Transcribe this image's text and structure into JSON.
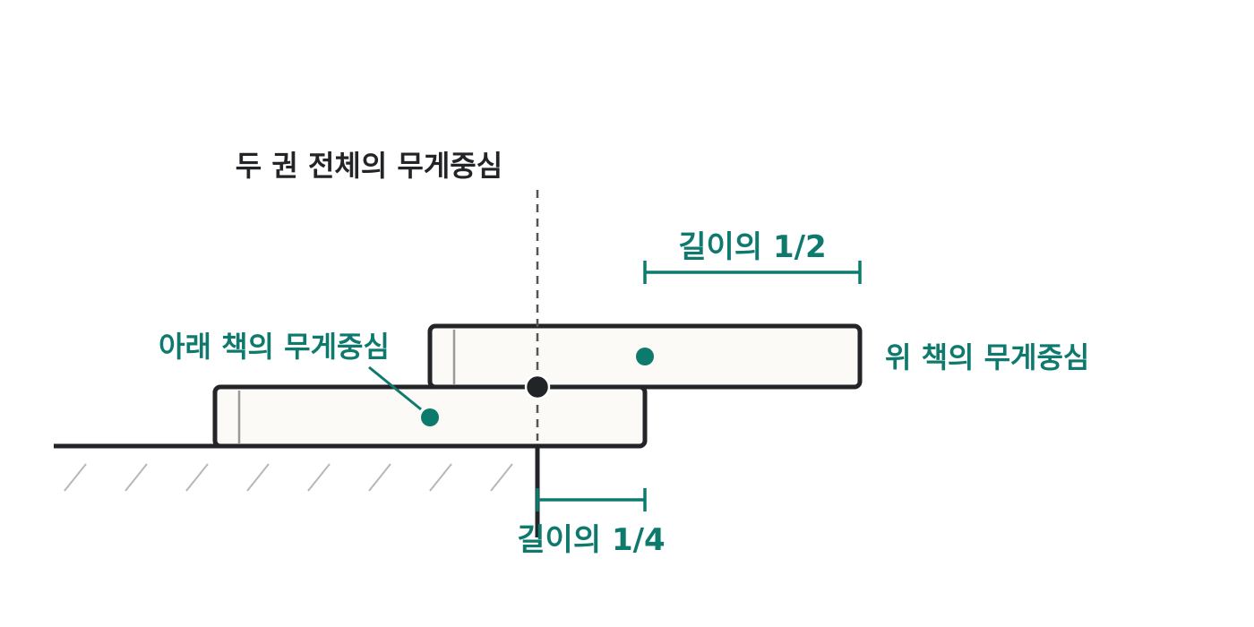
{
  "labels": {
    "combined_center": "두 권 전체의 무게중심",
    "half_length": "길이의 1/2",
    "lower_center": "아래 책의 무게중심",
    "upper_center": "위 책의 무게중심",
    "quarter_length": "길이의 1/4"
  },
  "colors": {
    "ink": "#222428",
    "accent": "#0e7a6e",
    "book_fill": "#fbfaf6",
    "hatch": "#b7b7b7",
    "spine": "#9a9a9a",
    "guide": "#555555"
  }
}
